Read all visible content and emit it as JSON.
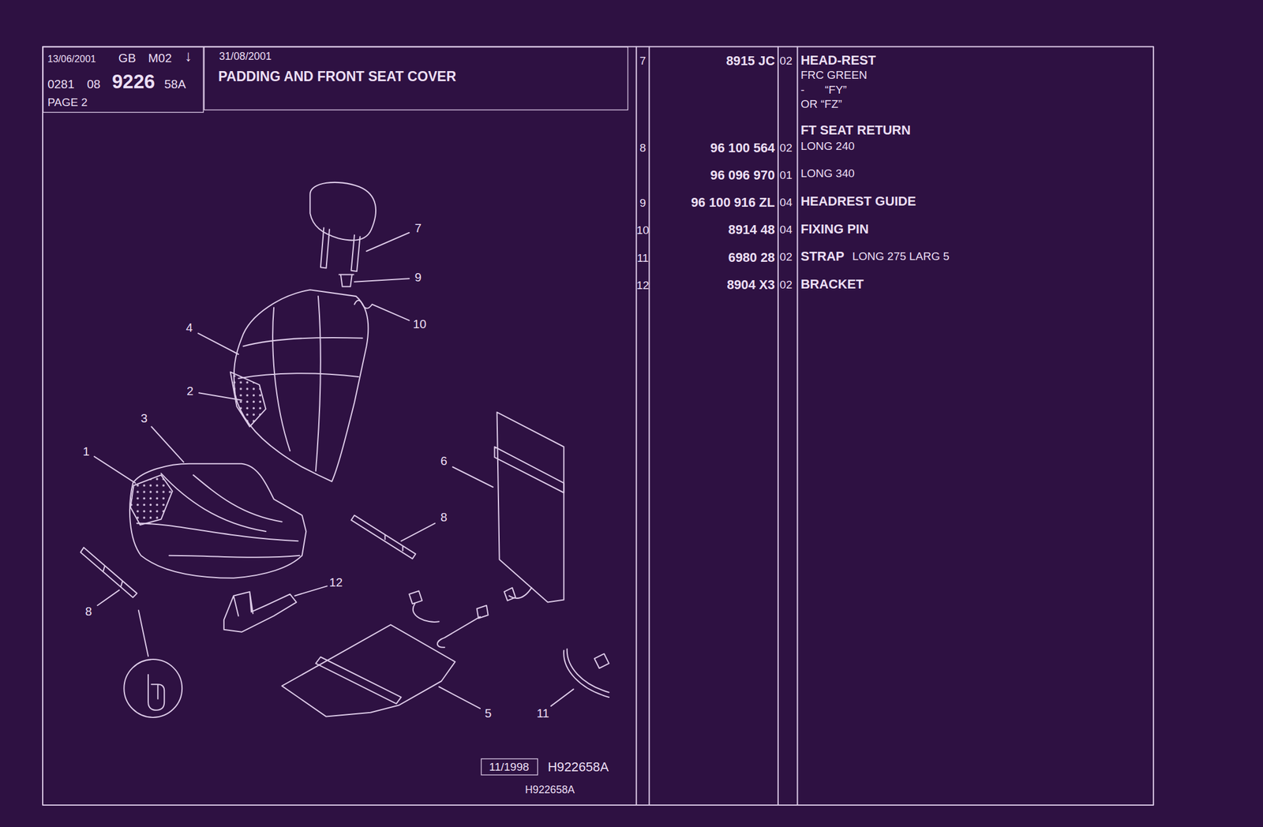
{
  "diagram": {
    "title": "PADDING AND FRONT SEAT COVER",
    "nodes": [
      {
        "text": [
          "13/06/2001",
          "GB",
          "M02",
          "↓",
          "0281",
          "08",
          "9226",
          "58A",
          "PAGE 2"
        ]
      },
      {
        "text": [
          "31/08/2001"
        ]
      },
      {
        "text": [
          "11/1998"
        ]
      }
    ],
    "labels": [
      "7",
      "8915 JC",
      "02",
      "HEAD-REST",
      "FRC GREEN",
      "-",
      "“FY”",
      "OR “FZ”",
      "FT SEAT RETURN",
      "8",
      "96 100 564",
      "02",
      "LONG 240",
      "96 096 970",
      "01",
      "LONG 340",
      "9",
      "96 100 916 ZL",
      "04",
      "HEADREST GUIDE",
      "10",
      "8914 48",
      "04",
      "FIXING PIN",
      "11",
      "6980 28",
      "02",
      "STRAP",
      "LONG 275 LARG 5",
      "12",
      "8904 X3",
      "02",
      "BRACKET",
      "7",
      "9",
      "10",
      "4",
      "2",
      "3",
      "1",
      "6",
      "8",
      "8",
      "12",
      "5",
      "11",
      "H922658A",
      "H922658A"
    ]
  }
}
